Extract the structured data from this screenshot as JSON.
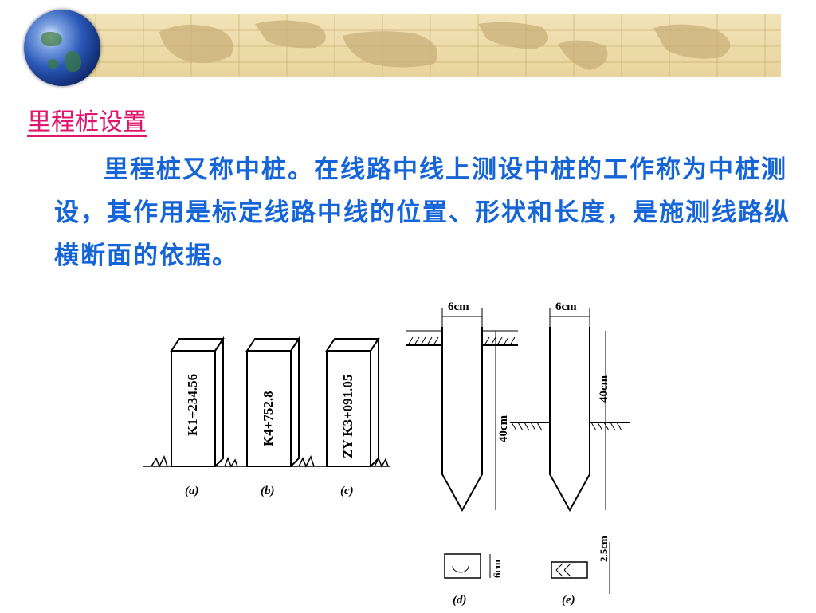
{
  "slide": {
    "title": "里程桩设置",
    "paragraph": "里程桩又称中桩。在线路中线上测设中桩的工作称为中桩测设，其作用是标定线路中线的位置、形状和长度，是施测线路纵横断面的依据。"
  },
  "figure": {
    "stake_a_label": "K1+234.56",
    "stake_b_label": "K4+752.8",
    "stake_c_label": "ZY  K3+091.05",
    "caption_a": "(a)",
    "caption_b": "(b)",
    "caption_c": "(c)",
    "caption_d": "(d)",
    "caption_e": "(e)",
    "width_d": "6cm",
    "width_e": "6cm",
    "length_d": "40cm",
    "length_e": "40cm",
    "section_d": "6cm",
    "section_e": "2.5cm"
  }
}
